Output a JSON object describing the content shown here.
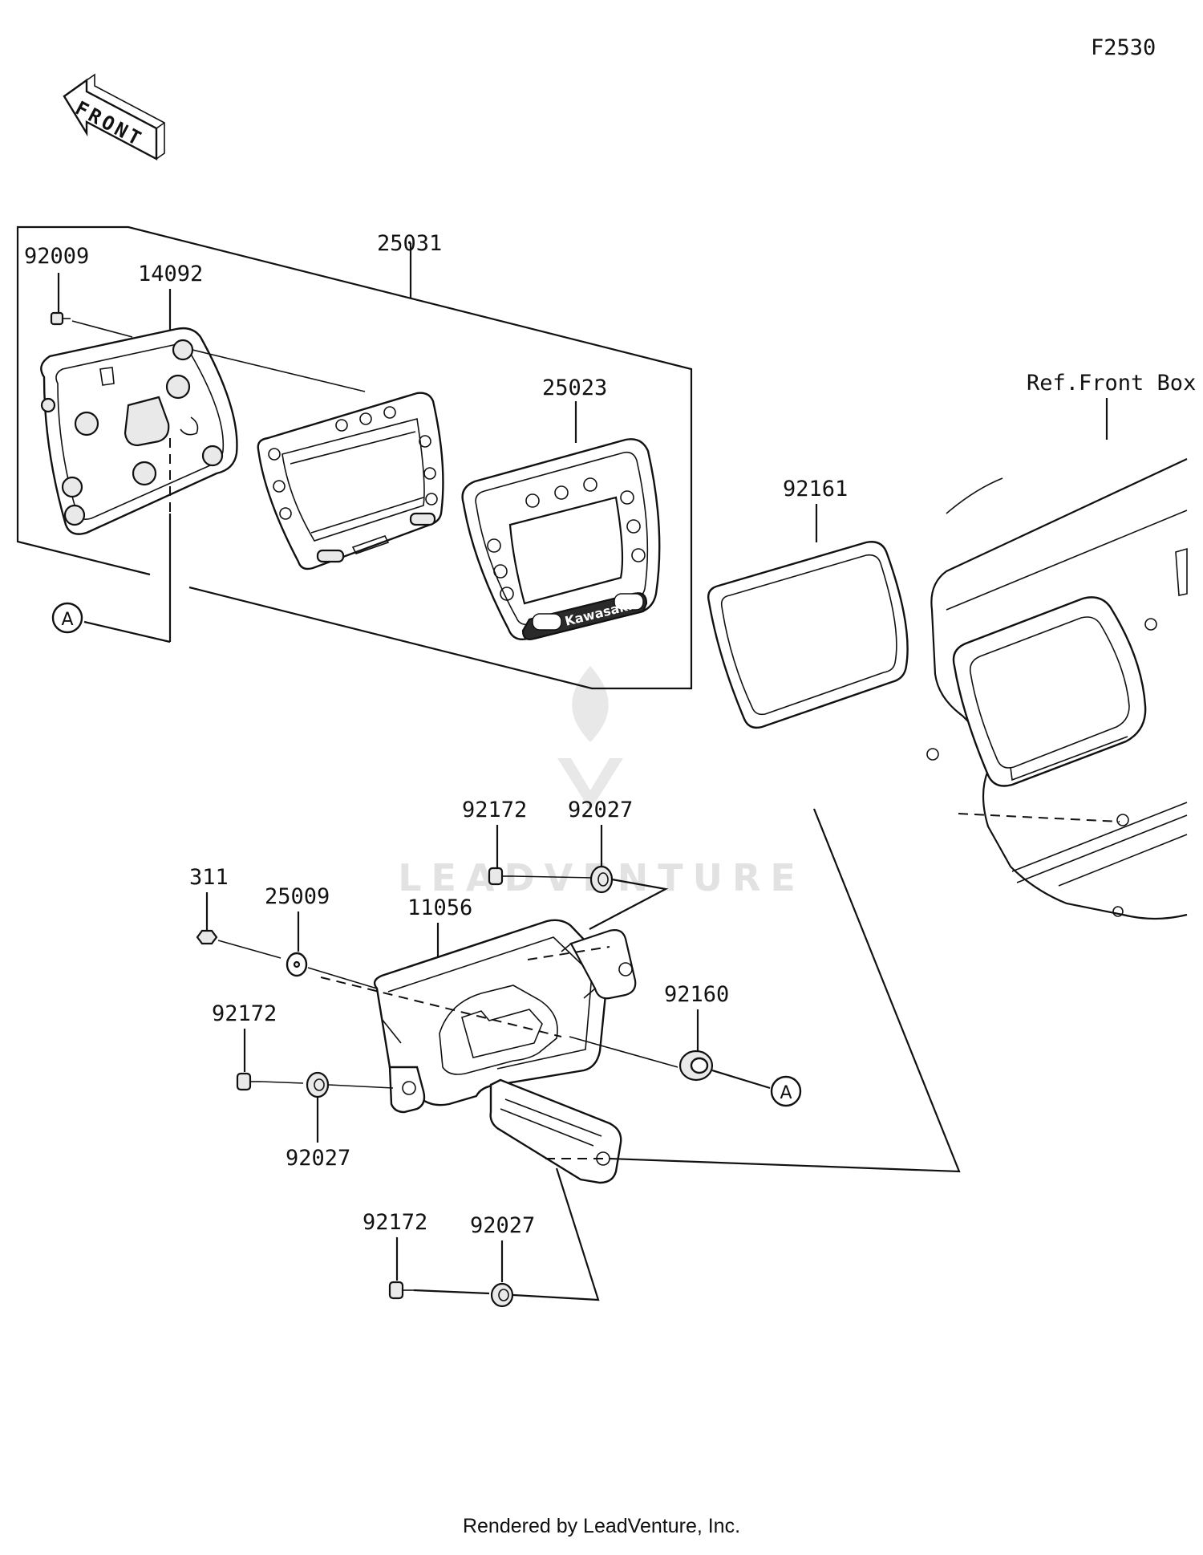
{
  "diagram": {
    "code": "F2530",
    "front_arrow_label": "FRONT",
    "reference_label": "Ref.Front Box",
    "brand_text": "Kawasaki",
    "watermark": "LEADVENTURE",
    "callout_letter": "A",
    "part_numbers": {
      "screw_top": "92009",
      "case": "14092",
      "meter_assy": "25031",
      "cover": "25023",
      "seal": "92161",
      "bolt_upper": "92172",
      "collar_upper": "92027",
      "nut": "311",
      "washer": "25009",
      "bracket": "11056",
      "damper": "92160",
      "bolt_left": "92172",
      "collar_left": "92027",
      "bolt_lower": "92172",
      "collar_lower": "92027"
    }
  },
  "footer": {
    "text": "Rendered by LeadVenture, Inc."
  }
}
